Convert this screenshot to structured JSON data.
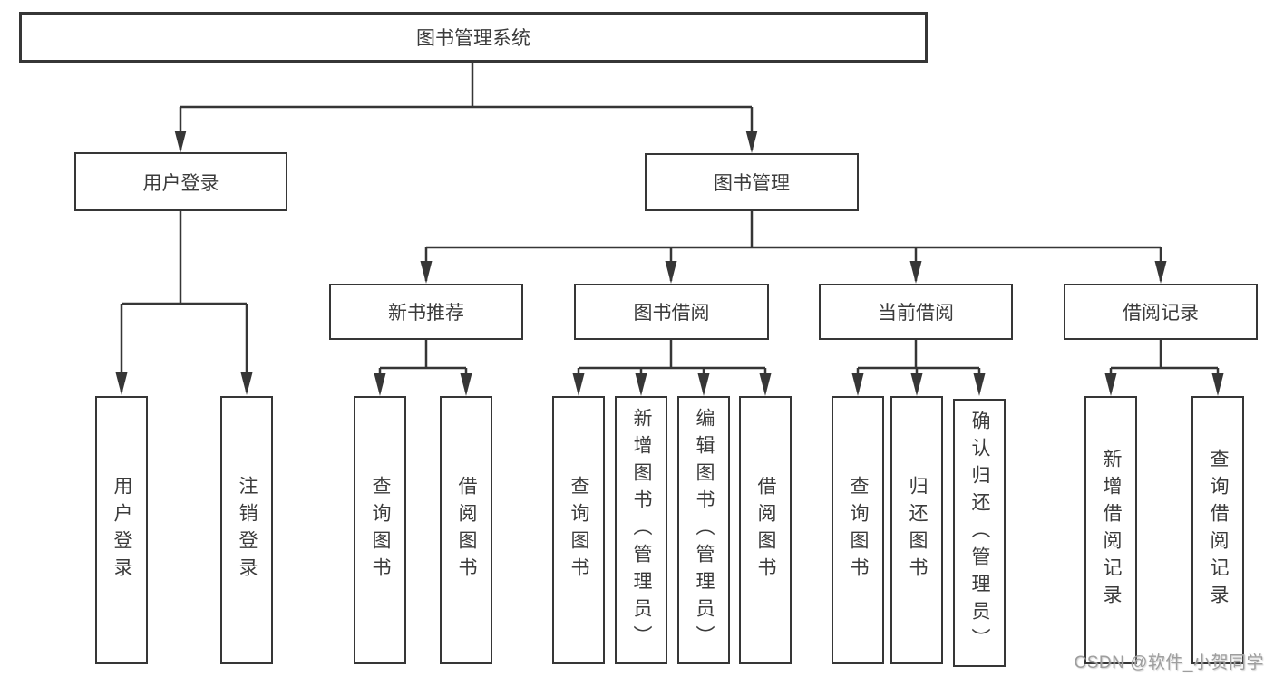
{
  "tree": {
    "root": "图书管理系统",
    "branches": [
      {
        "label": "用户登录",
        "children": [
          "用户登录",
          "注销登录"
        ]
      },
      {
        "label": "图书管理",
        "children": [
          {
            "label": "新书推荐",
            "children": [
              "查询图书",
              "借阅图书"
            ]
          },
          {
            "label": "图书借阅",
            "children": [
              "查询图书",
              "新增图书（管理员）",
              "编辑图书（管理员）",
              "借阅图书"
            ]
          },
          {
            "label": "当前借阅",
            "children": [
              "查询图书",
              "归还图书",
              "确认归还（管理员）"
            ]
          },
          {
            "label": "借阅记录",
            "children": [
              "新增借阅记录",
              "查询借阅记录"
            ]
          }
        ]
      }
    ]
  },
  "watermark": {
    "text": "CSDN @软件_小贺同学"
  },
  "colors": {
    "line": "#363636",
    "box_border": "#363636",
    "text": "#3b3b3b",
    "watermark": "#9e9e9e",
    "background": "#ffffff"
  }
}
